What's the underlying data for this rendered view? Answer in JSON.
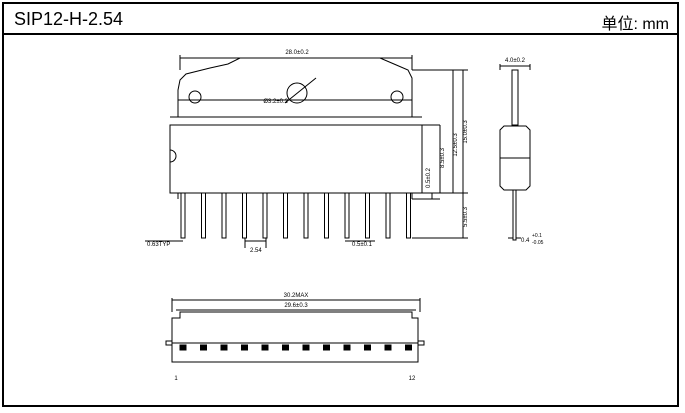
{
  "header": {
    "title": "SIP12-H-2.54",
    "unit": "单位: mm"
  },
  "dimensions": {
    "total_length": "28.0±0.2",
    "hole_dia": "Ø3.2±0.2",
    "body_depth": "4.0±0.2",
    "height_total": "15.0±0.3",
    "height_upper": "12.5±0.3",
    "body_height": "8.5±0.3",
    "standoff": "0.5±0.2",
    "lead_length": "5.5±0.3",
    "lead_pitch_offset": "0.63TYP",
    "pitch": "2.54",
    "lead_width": "0.5±0.1",
    "lead_thickness": "0.4",
    "lead_thickness_tol_plus": "+0.1",
    "lead_thickness_tol_minus": "-0.05",
    "max_width": "30.2MAX",
    "body_width": "29.6±0.3",
    "pin_first": "1",
    "pin_last": "12"
  }
}
